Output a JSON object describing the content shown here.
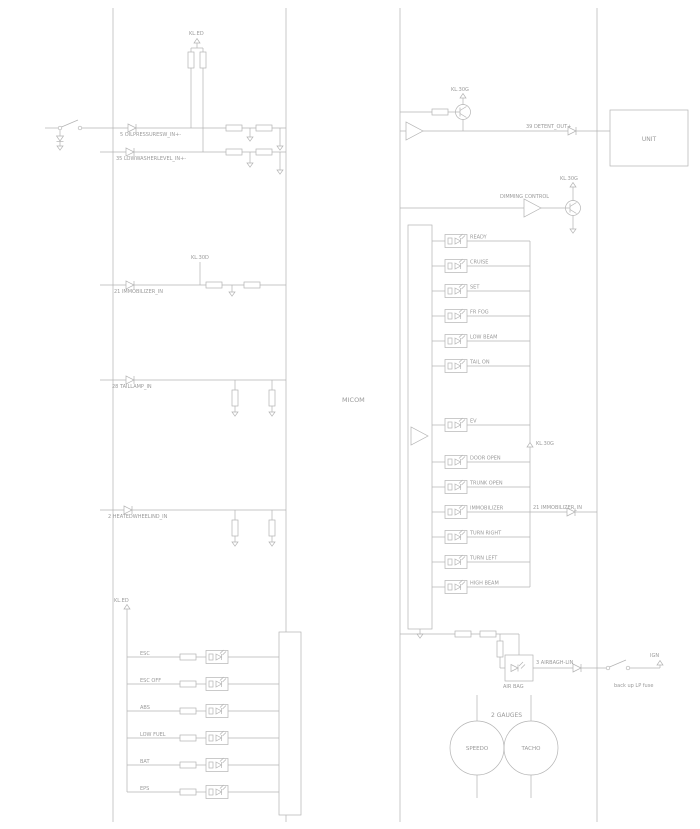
{
  "diagram": {
    "micom": "MICOM",
    "colors": {
      "wire": "#b4b4b4",
      "label": "#9a9a9a"
    },
    "left": {
      "kl_ed_top": "KL.ED",
      "oil_label": "5 OILPRESSURESW_IN+-",
      "washer_label": "35 LOWWASHERLEVEL_IN+-",
      "kl_30d": "KL.30D",
      "immobilizer_label": "21 IMMOBILIZER_IN",
      "taillamp_label": "28 TAILLAMP_IN",
      "heated_label": "2 HEATEDWHEELIND_IN",
      "kl_ed_bottom": "KL.ED",
      "warn": [
        "ESC",
        "ESC OFF",
        "ABS",
        "LOW FUEL",
        "BAT",
        "EPS"
      ]
    },
    "right": {
      "kl_30g_top": "KL.30G",
      "detent_label": "39 DETENT_OUT+",
      "unit_label": "UNIT",
      "kl_30g_dimming": "KL.30G",
      "dimming_label": "DIMMING CONTROL",
      "leds": [
        "READY",
        "CRUISE",
        "SET",
        "FR FOG",
        "LOW BEAM",
        "TAIL ON",
        "EV",
        "DOOR OPEN",
        "TRUNK OPEN",
        "IMMOBILIZER",
        "TURN RIGHT",
        "TURN LEFT",
        "HIGH BEAM"
      ],
      "kl_30g_rail": "KL.30G",
      "immobilizer_label": "21 IMMOBILIZER_IN",
      "airbag_name": "AIR BAG",
      "airbag_signal": "3 AIRBAGH-LIN",
      "ign_label": "IGN",
      "fuse_label": "back up LP fuse",
      "gauges_title": "2 GAUGES",
      "speedo_label": "SPEEDO",
      "tacho_label": "TACHO"
    }
  }
}
